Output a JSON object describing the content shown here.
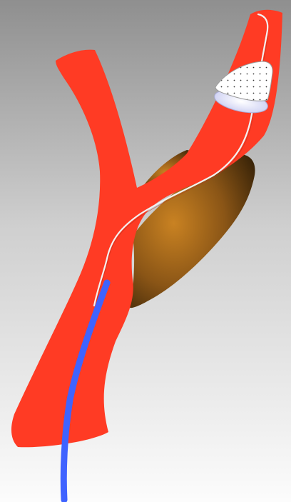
{
  "diagram": {
    "subject": "carotid-bifurcation-stenting",
    "colors": {
      "background_top": "#8f8f8f",
      "background_bottom": "#fcfcfc",
      "vessel": "#ff3b24",
      "catheter": "#3f63ff",
      "guidewire": "#f2f2f2",
      "plaque_light": "#c98222",
      "plaque_dark": "#3a2408",
      "filter_fabric": "#ffffff",
      "filter_dots": "#333333",
      "filter_ring": "#c9ccf2"
    },
    "elements": [
      {
        "name": "vessel",
        "kind": "artery"
      },
      {
        "name": "plaque-upper",
        "kind": "plaque"
      },
      {
        "name": "plaque-lower",
        "kind": "plaque"
      },
      {
        "name": "guidewire",
        "kind": "wire"
      },
      {
        "name": "catheter",
        "kind": "tube"
      },
      {
        "name": "embolic-filter",
        "kind": "device"
      }
    ]
  }
}
